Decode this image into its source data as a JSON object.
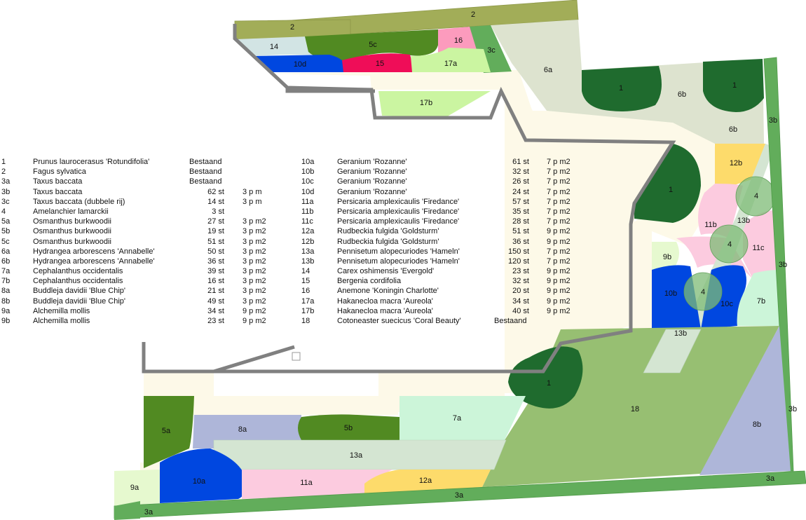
{
  "legend_left": [
    {
      "code": "1",
      "name": "Prunus laurocerasus 'Rotundifolia'",
      "status": "Bestaand",
      "qty": "",
      "density": ""
    },
    {
      "code": "2",
      "name": "Fagus sylvatica",
      "status": "Bestaand",
      "qty": "",
      "density": ""
    },
    {
      "code": "3a",
      "name": "Taxus baccata",
      "status": "Bestaand",
      "qty": "",
      "density": ""
    },
    {
      "code": "3b",
      "name": "Taxus baccata",
      "status": "",
      "qty": "62 st",
      "density": "3 p m"
    },
    {
      "code": "3c",
      "name": "Taxus baccata (dubbele rij)",
      "status": "",
      "qty": "14 st",
      "density": "3 p m"
    },
    {
      "code": "4",
      "name": "Amelanchier lamarckii",
      "status": "",
      "qty": "3 st",
      "density": ""
    },
    {
      "code": "5a",
      "name": "Osmanthus burkwoodii",
      "status": "",
      "qty": "27 st",
      "density": "3 p m2"
    },
    {
      "code": "5b",
      "name": "Osmanthus burkwoodii",
      "status": "",
      "qty": "19 st",
      "density": "3 p m2"
    },
    {
      "code": "5c",
      "name": "Osmanthus burkwoodii",
      "status": "",
      "qty": "51 st",
      "density": "3 p m2"
    },
    {
      "code": "6a",
      "name": "Hydrangea arborescens 'Annabelle'",
      "status": "",
      "qty": "50 st",
      "density": "3 p m2"
    },
    {
      "code": "6b",
      "name": "Hydrangea arborescens 'Annabelle'",
      "status": "",
      "qty": "36 st",
      "density": "3 p m2"
    },
    {
      "code": "7a",
      "name": "Cephalanthus occidentalis",
      "status": "",
      "qty": "39 st",
      "density": "3 p m2"
    },
    {
      "code": "7b",
      "name": "Cephalanthus occidentalis",
      "status": "",
      "qty": "16 st",
      "density": "3 p m2"
    },
    {
      "code": "8a",
      "name": "Buddleja davidii 'Blue Chip'",
      "status": "",
      "qty": "21 st",
      "density": "3 p m2"
    },
    {
      "code": "8b",
      "name": "Buddleja davidii 'Blue Chip'",
      "status": "",
      "qty": "49 st",
      "density": "3 p m2"
    },
    {
      "code": "9a",
      "name": "Alchemilla mollis",
      "status": "",
      "qty": "34 st",
      "density": "9 p m2"
    },
    {
      "code": "9b",
      "name": "Alchemilla mollis",
      "status": "",
      "qty": "23 st",
      "density": "9 p m2"
    }
  ],
  "legend_right": [
    {
      "code": "10a",
      "name": "Geranium 'Rozanne'",
      "status": "",
      "qty": "61 st",
      "density": "7 p m2"
    },
    {
      "code": "10b",
      "name": "Geranium 'Rozanne'",
      "status": "",
      "qty": "32 st",
      "density": "7 p m2"
    },
    {
      "code": "10c",
      "name": "Geranium 'Rozanne'",
      "status": "",
      "qty": "26 st",
      "density": "7 p m2"
    },
    {
      "code": "10d",
      "name": "Geranium 'Rozanne'",
      "status": "",
      "qty": "24 st",
      "density": "7 p m2"
    },
    {
      "code": "11a",
      "name": "Persicaria amplexicaulis 'Firedance'",
      "status": "",
      "qty": "57 st",
      "density": "7 p m2"
    },
    {
      "code": "11b",
      "name": "Persicaria amplexicaulis 'Firedance'",
      "status": "",
      "qty": "35 st",
      "density": "7 p m2"
    },
    {
      "code": "11c",
      "name": "Persicaria amplexicaulis 'Firedance'",
      "status": "",
      "qty": "28 st",
      "density": "7 p m2"
    },
    {
      "code": "12a",
      "name": "Rudbeckia fulgida 'Goldsturm'",
      "status": "",
      "qty": "51 st",
      "density": "9 p m2"
    },
    {
      "code": "12b",
      "name": "Rudbeckia fulgida 'Goldsturm'",
      "status": "",
      "qty": "36 st",
      "density": "9 p m2"
    },
    {
      "code": "13a",
      "name": "Pennisetum alopecuriodes 'Hameln'",
      "status": "",
      "qty": "150 st",
      "density": "7 p m2"
    },
    {
      "code": "13b",
      "name": "Pennisetum alopecuriodes 'Hameln'",
      "status": "",
      "qty": "120 st",
      "density": "7 p m2"
    },
    {
      "code": "14",
      "name": "Carex oshimensis 'Evergold'",
      "status": "",
      "qty": "23 st",
      "density": "9 p m2"
    },
    {
      "code": "15",
      "name": "Bergenia cordifolia",
      "status": "",
      "qty": "32 st",
      "density": "9 p m2"
    },
    {
      "code": "16",
      "name": "Anemone 'Koningin Charlotte'",
      "status": "",
      "qty": "20 st",
      "density": "9 p m2"
    },
    {
      "code": "17a",
      "name": "Hakanecloa macra 'Aureola'",
      "status": "",
      "qty": "34 st",
      "density": "9 p m2"
    },
    {
      "code": "17b",
      "name": "Hakanecloa macra 'Aureola'",
      "status": "",
      "qty": "40 st",
      "density": "9 p m2"
    },
    {
      "code": "18",
      "name": "Cotoneaster suecicus 'Coral Beauty'",
      "status": "Bestaand",
      "qty": "",
      "density": ""
    }
  ],
  "plan_labels": {
    "hedge_2_top": "2",
    "hedge_2_left": "2",
    "bed_14": "14",
    "bed_5c": "5c",
    "bed_16": "16",
    "bed_3c": "3c",
    "bed_10d": "10d",
    "bed_15": "15",
    "bed_17a": "17a",
    "bed_17b": "17b",
    "bed_6a": "6a",
    "shrub_1_a": "1",
    "bed_6b_a": "6b",
    "shrub_1_b": "1",
    "bed_6b_b": "6b",
    "hedge_3b_a": "3b",
    "hedge_3b_b": "3b",
    "hedge_3b_c": "3b",
    "bed_12b": "12b",
    "shrub_1_c": "1",
    "tree_4_a": "4",
    "bed_13b_a": "13b",
    "bed_11b": "11b",
    "tree_4_b": "4",
    "bed_11c": "11c",
    "bed_9b": "9b",
    "bed_10b": "10b",
    "tree_4_c": "4",
    "bed_10c": "10c",
    "bed_7b": "7b",
    "bed_13b_b": "13b",
    "shrub_1_d": "1",
    "bed_18": "18",
    "bed_8b": "8b",
    "bed_5a": "5a",
    "bed_8a": "8a",
    "bed_5b": "5b",
    "bed_7a": "7a",
    "bed_13a": "13a",
    "bed_9a": "9a",
    "bed_10a": "10a",
    "bed_11a": "11a",
    "bed_12a": "12a",
    "hedge_3a_a": "3a",
    "hedge_3a_b": "3a",
    "hedge_3a_c": "3a"
  },
  "colors": {
    "hedge_beech": "#a2ad58",
    "hedge_yew": "#62ad5b",
    "laurel": "#1f6b2e",
    "osmanthus": "#518a22",
    "hydrangea": "#dde3cf",
    "cephalanthus": "#ccf5d9",
    "buddleja": "#aeb6d9",
    "alchemilla": "#e6f9cf",
    "geranium": "#0047e0",
    "persicaria": "#fccbdf",
    "rudbeckia": "#fddb6b",
    "pennisetum": "#d4e5d2",
    "carex": "#d2e4e4",
    "bergenia": "#ef0d58",
    "anemone": "#fc9bbd",
    "hakonechloa": "#cbf5a1",
    "cotoneaster": "#97bf72",
    "amelanchier": "#7dbb75",
    "path": "#fdf9e8",
    "wall": "#808080"
  }
}
